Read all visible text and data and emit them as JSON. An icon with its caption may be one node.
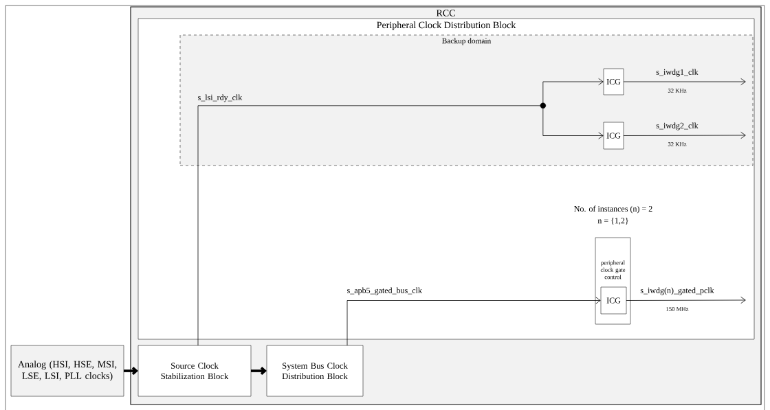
{
  "diagram": {
    "nodes": [
      {
        "text": [
          "RCC"
        ]
      },
      {
        "text": [
          "Peripheral Clock Distribution Block"
        ],
        "in": 0
      },
      {
        "text": [
          "Backup domain"
        ],
        "in": 1
      },
      {
        "text": [
          "ICG"
        ],
        "in": 2
      },
      {
        "text": [
          "ICG"
        ],
        "in": 2
      },
      {
        "text": [
          "peripheral clock gate control"
        ],
        "in": 1
      },
      {
        "text": [
          "ICG"
        ],
        "in": 5
      },
      {
        "text": [
          "Analog (HSI, HSE, MSI, LSE, LSI, PLL clocks)"
        ]
      },
      {
        "text": [
          "Source Clock Stabilization Block"
        ],
        "in": 0
      },
      {
        "text": [
          "System Bus Clock Distribution Block"
        ],
        "in": 0
      },
      {
        "text": [],
        "shape": "circle",
        "in": 2
      }
    ],
    "edges": [
      {
        "from": 7,
        "to": 8,
        "arrow": "to",
        "style": "thick"
      },
      {
        "from": 8,
        "to": 9,
        "arrow": "to",
        "style": "thick"
      },
      {
        "from": 8,
        "to": 10,
        "arrow": "none",
        "label": "s_lsi_rdy_clk"
      },
      {
        "from": 10,
        "to": 3,
        "arrow": "to"
      },
      {
        "from": 10,
        "to": 4,
        "arrow": "to"
      },
      {
        "from": 3,
        "to": null,
        "arrow": "to",
        "label": "s_iwdg1_clk"
      },
      {
        "from": 4,
        "to": null,
        "arrow": "to",
        "label": "s_iwdg2_clk"
      },
      {
        "from": 9,
        "to": 6,
        "arrow": "to",
        "label": "s_apb5_gated_bus_clk"
      },
      {
        "from": 6,
        "to": null,
        "arrow": "to",
        "label": "s_iwdg(n)_gated_pclk"
      }
    ],
    "labels": [
      "32 KHz",
      "32 KHz",
      "No. of instances (n) = 2",
      "n = {1,2}",
      "150 MHz"
    ]
  }
}
